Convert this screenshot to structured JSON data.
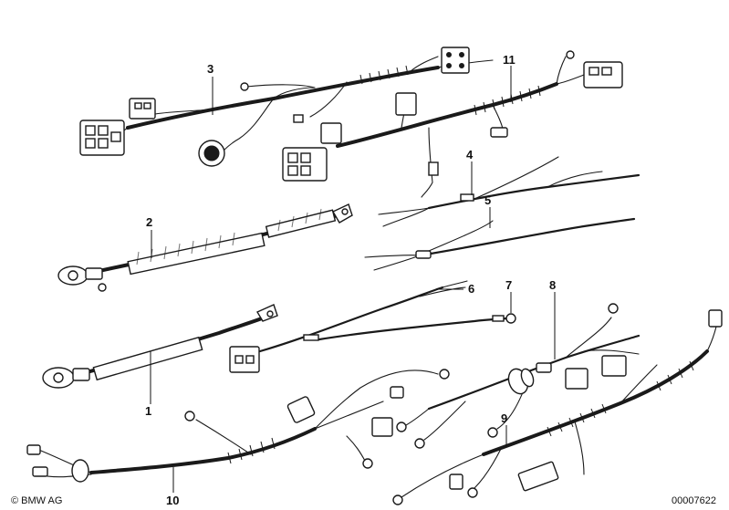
{
  "callouts": [
    {
      "id": "1",
      "text": "1"
    },
    {
      "id": "2",
      "text": "2"
    },
    {
      "id": "3",
      "text": "3"
    },
    {
      "id": "4",
      "text": "4"
    },
    {
      "id": "5",
      "text": "5"
    },
    {
      "id": "6",
      "text": "6"
    },
    {
      "id": "7",
      "text": "7"
    },
    {
      "id": "8",
      "text": "8"
    },
    {
      "id": "9",
      "text": "9"
    },
    {
      "id": "10",
      "text": "10"
    },
    {
      "id": "11",
      "text": "11"
    }
  ],
  "footer": {
    "copyright": "© BMW AG",
    "image_number": "00007622"
  }
}
